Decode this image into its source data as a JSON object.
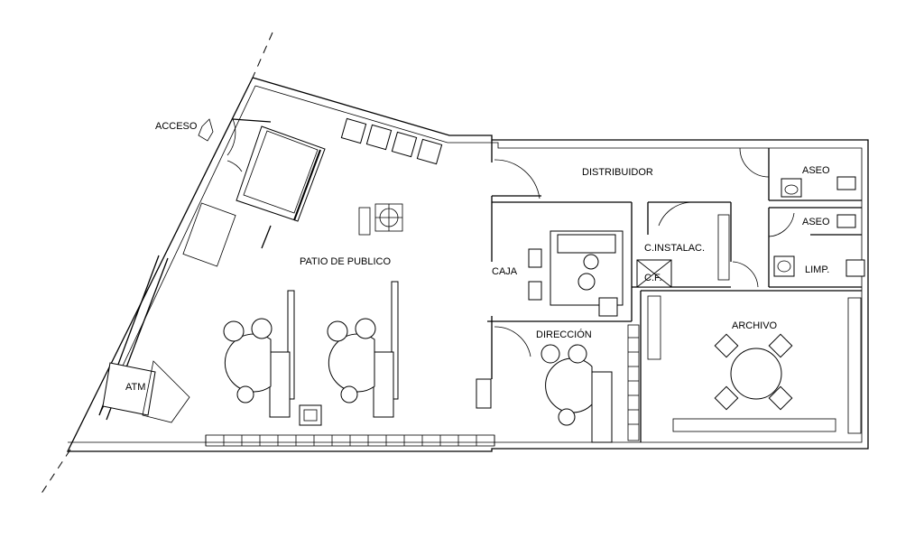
{
  "rooms": {
    "acceso": "ACCESO",
    "distribuidor": "DISTRIBUIDOR",
    "aseo1": "ASEO",
    "aseo2": "ASEO",
    "cinstalac": "C.INSTALAC.",
    "cf": "C.F.",
    "patio": "PATIO DE PUBLICO",
    "caja": "CAJA",
    "limp": "LIMP.",
    "archivo": "ARCHIVO",
    "direccion": "DIRECCIÓN",
    "atm": "ATM"
  }
}
